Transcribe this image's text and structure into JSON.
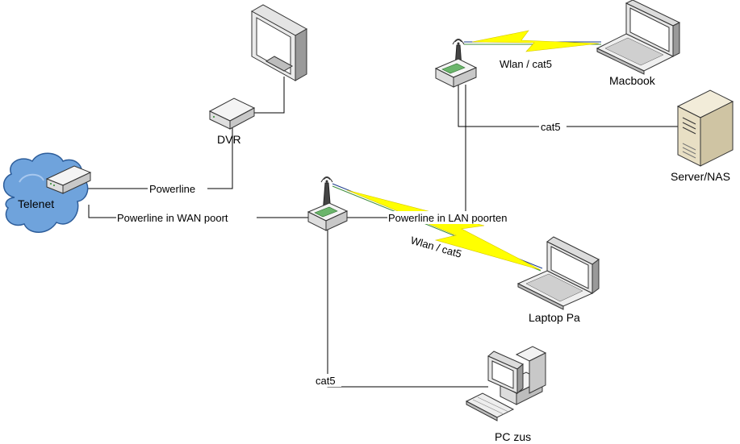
{
  "nodes": {
    "cloud": "Telenet",
    "dvr": "DVR",
    "macbook": "Macbook",
    "server": "Server/NAS",
    "laptop": "Laptop Pa",
    "pc": "PC zus"
  },
  "links": {
    "powerline": "Powerline",
    "wan": "Powerline in WAN poort",
    "lan": "Powerline in LAN poorten",
    "wlan_top": "Wlan / cat5",
    "wlan_mid": "Wlan / cat5",
    "cat5_server": "cat5",
    "cat5_pc": "cat5"
  },
  "colors": {
    "bolt": "#ffff00",
    "cloud": "#6fa3dc",
    "wire": "#000000"
  }
}
